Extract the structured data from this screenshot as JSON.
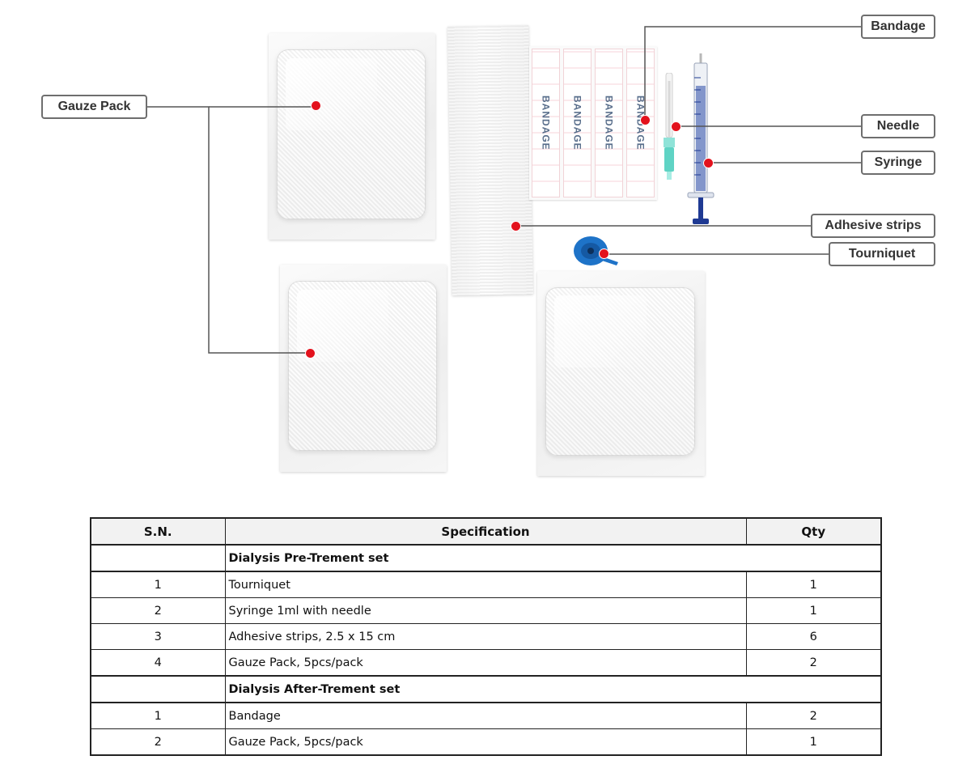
{
  "labels": {
    "gauze_pack": "Gauze Pack",
    "bandage": "Bandage",
    "needle": "Needle",
    "syringe": "Syringe",
    "adhesive_strips": "Adhesive strips",
    "tourniquet": "Tourniquet"
  },
  "bandage_print": "BANDAGE",
  "colors": {
    "marker": "#e3121d",
    "syringe_blue": "#1f3a93",
    "needle_hub": "#5fd3c4",
    "tourniquet": "#1e73c8"
  },
  "table": {
    "headers": {
      "sn": "S.N.",
      "spec": "Specification",
      "qty": "Qty"
    },
    "sections": [
      {
        "title": "Dialysis Pre-Trement set",
        "rows": [
          {
            "sn": "1",
            "spec": "Tourniquet",
            "qty": "1"
          },
          {
            "sn": "2",
            "spec": "Syringe 1ml with needle",
            "qty": "1"
          },
          {
            "sn": "3",
            "spec": "Adhesive strips, 2.5 x 15 cm",
            "qty": "6"
          },
          {
            "sn": "4",
            "spec": "Gauze Pack, 5pcs/pack",
            "qty": "2"
          }
        ]
      },
      {
        "title": "Dialysis After-Trement set",
        "rows": [
          {
            "sn": "1",
            "spec": "Bandage",
            "qty": "2"
          },
          {
            "sn": "2",
            "spec": "Gauze Pack, 5pcs/pack",
            "qty": "1"
          }
        ]
      }
    ]
  }
}
